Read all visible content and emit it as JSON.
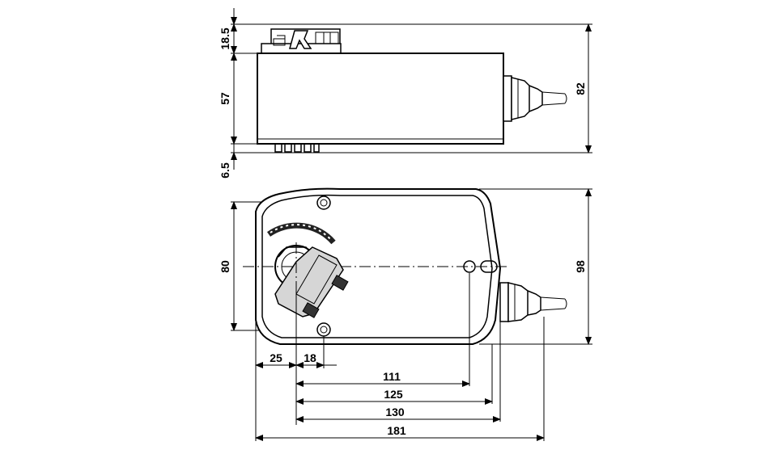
{
  "drawing": {
    "top_view": {
      "dimensions": {
        "top_clip_height": "18.5",
        "body_height": "57",
        "bottom_feet_height": "6.5",
        "overall_height": "82"
      }
    },
    "front_view": {
      "dimensions": {
        "mount_hole_spacing": "80",
        "overall_height": "98",
        "shaft_offset_left": "25",
        "hole_offset": "18",
        "hole_to_hole": "111",
        "to_gland_start": "125",
        "to_body_end": "130",
        "overall_length": "181"
      }
    }
  }
}
